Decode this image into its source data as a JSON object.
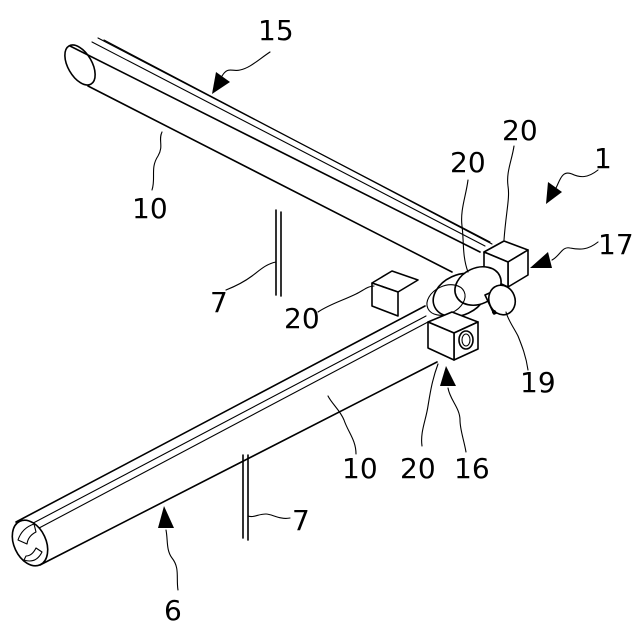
{
  "labels": {
    "frame": "1",
    "upper_rail": "15",
    "lower_rail": "6",
    "rail_body_upper": "10",
    "rail_body_lower": "10",
    "post_upper": "7",
    "post_lower": "7",
    "connector_top": "20",
    "connector_mid": "20",
    "connector_left": "20",
    "connector_bottom": "20",
    "joint_right": "17",
    "joint_front": "16",
    "pin": "19"
  }
}
